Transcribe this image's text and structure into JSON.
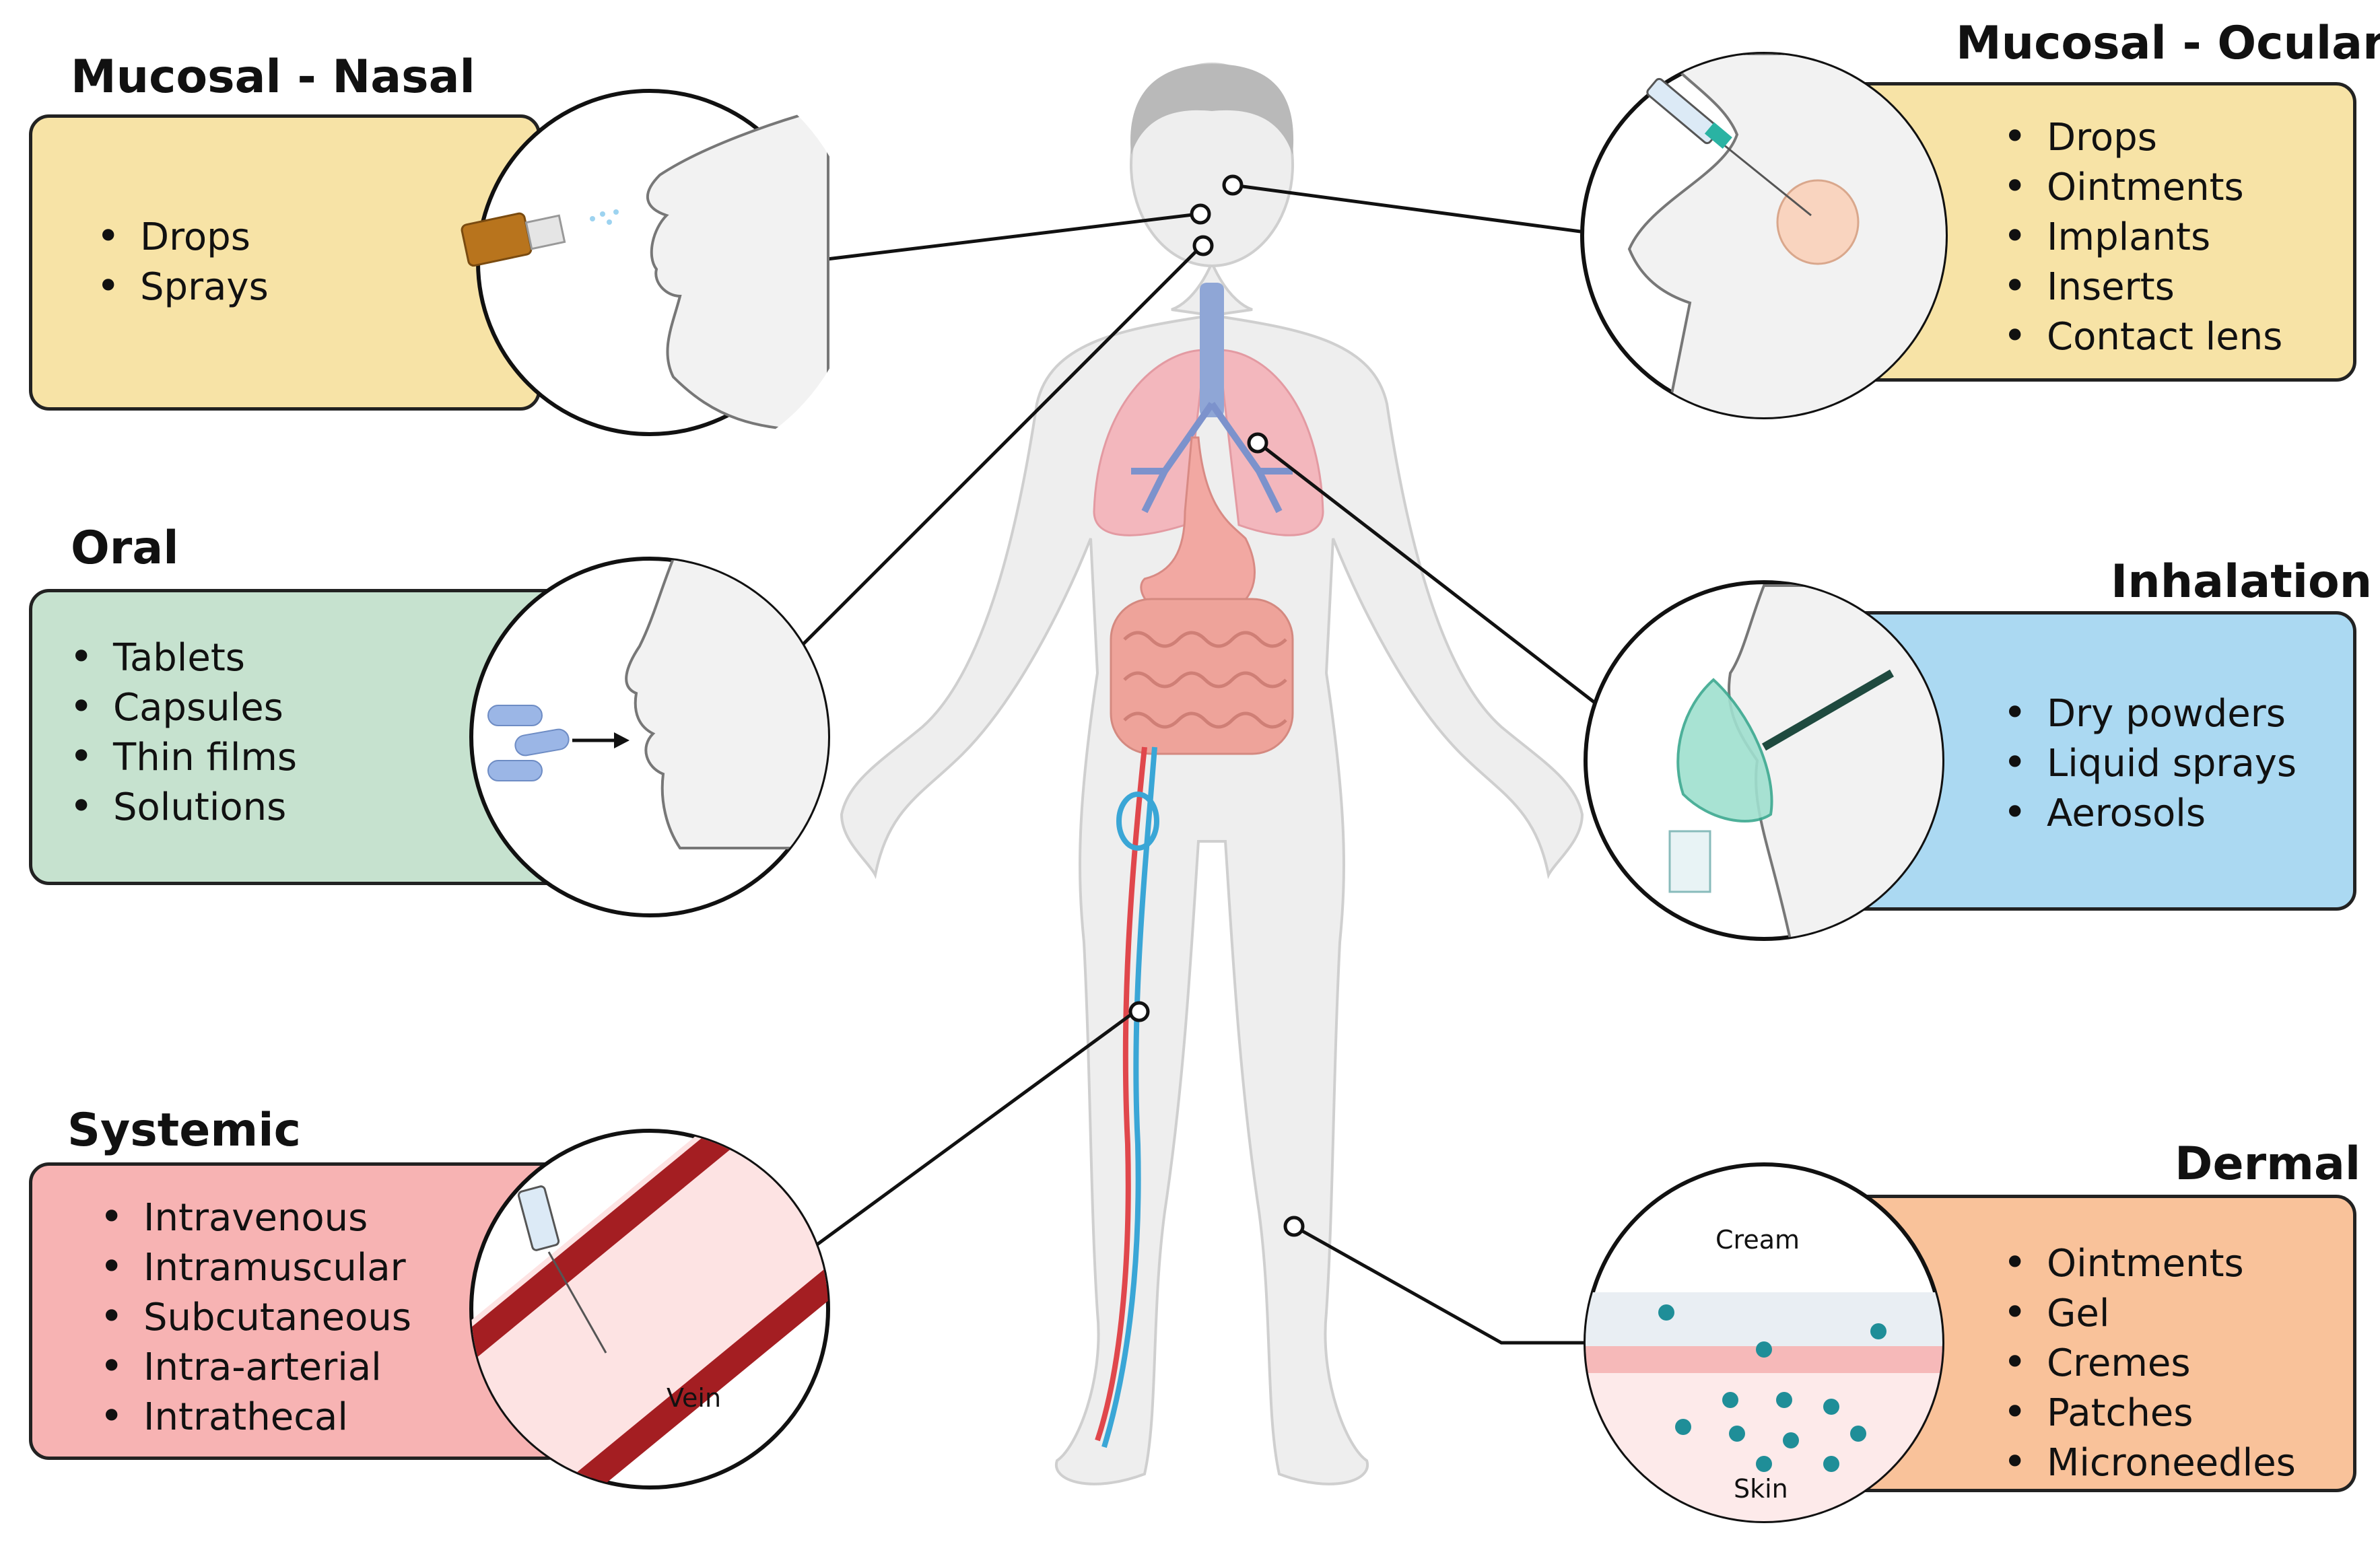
{
  "colors": {
    "nasal": "#f7e3a6",
    "ocular": "#f7e3a6",
    "oral": "#c6e2cf",
    "inhalation": "#abd9f2",
    "systemic": "#f7b3b3",
    "dermal": "#f9c29a",
    "outline": "#222222",
    "body": "#eeeeee",
    "vein": "#3aa6d6",
    "artery": "#e0474c"
  },
  "routes": {
    "nasal": {
      "title": "Mucosal - Nasal",
      "items": [
        "Drops",
        "Sprays"
      ]
    },
    "ocular": {
      "title": "Mucosal - Ocular",
      "items": [
        "Drops",
        "Ointments",
        "Implants",
        "Inserts",
        "Contact lens"
      ]
    },
    "oral": {
      "title": "Oral",
      "items": [
        "Tablets",
        "Capsules",
        "Thin films",
        "Solutions"
      ]
    },
    "inhalation": {
      "title": "Inhalation",
      "items": [
        "Dry powders",
        "Liquid sprays",
        "Aerosols"
      ]
    },
    "systemic": {
      "title": "Systemic",
      "items": [
        "Intravenous",
        "Intramuscular",
        "Subcutaneous",
        "Intra-arterial",
        "Intrathecal"
      ]
    },
    "dermal": {
      "title": "Dermal",
      "items": [
        "Ointments",
        "Gel",
        "Cremes",
        "Patches",
        "Microneedles"
      ]
    }
  },
  "illustrations": {
    "vein_label": "Vein",
    "cream_label": "Cream",
    "skin_label": "Skin"
  },
  "icons": [
    "nasal-spray-bottle-icon",
    "eye-injection-icon",
    "capsule-icon",
    "oxygen-mask-icon",
    "syringe-icon",
    "skin-cross-section-icon"
  ]
}
